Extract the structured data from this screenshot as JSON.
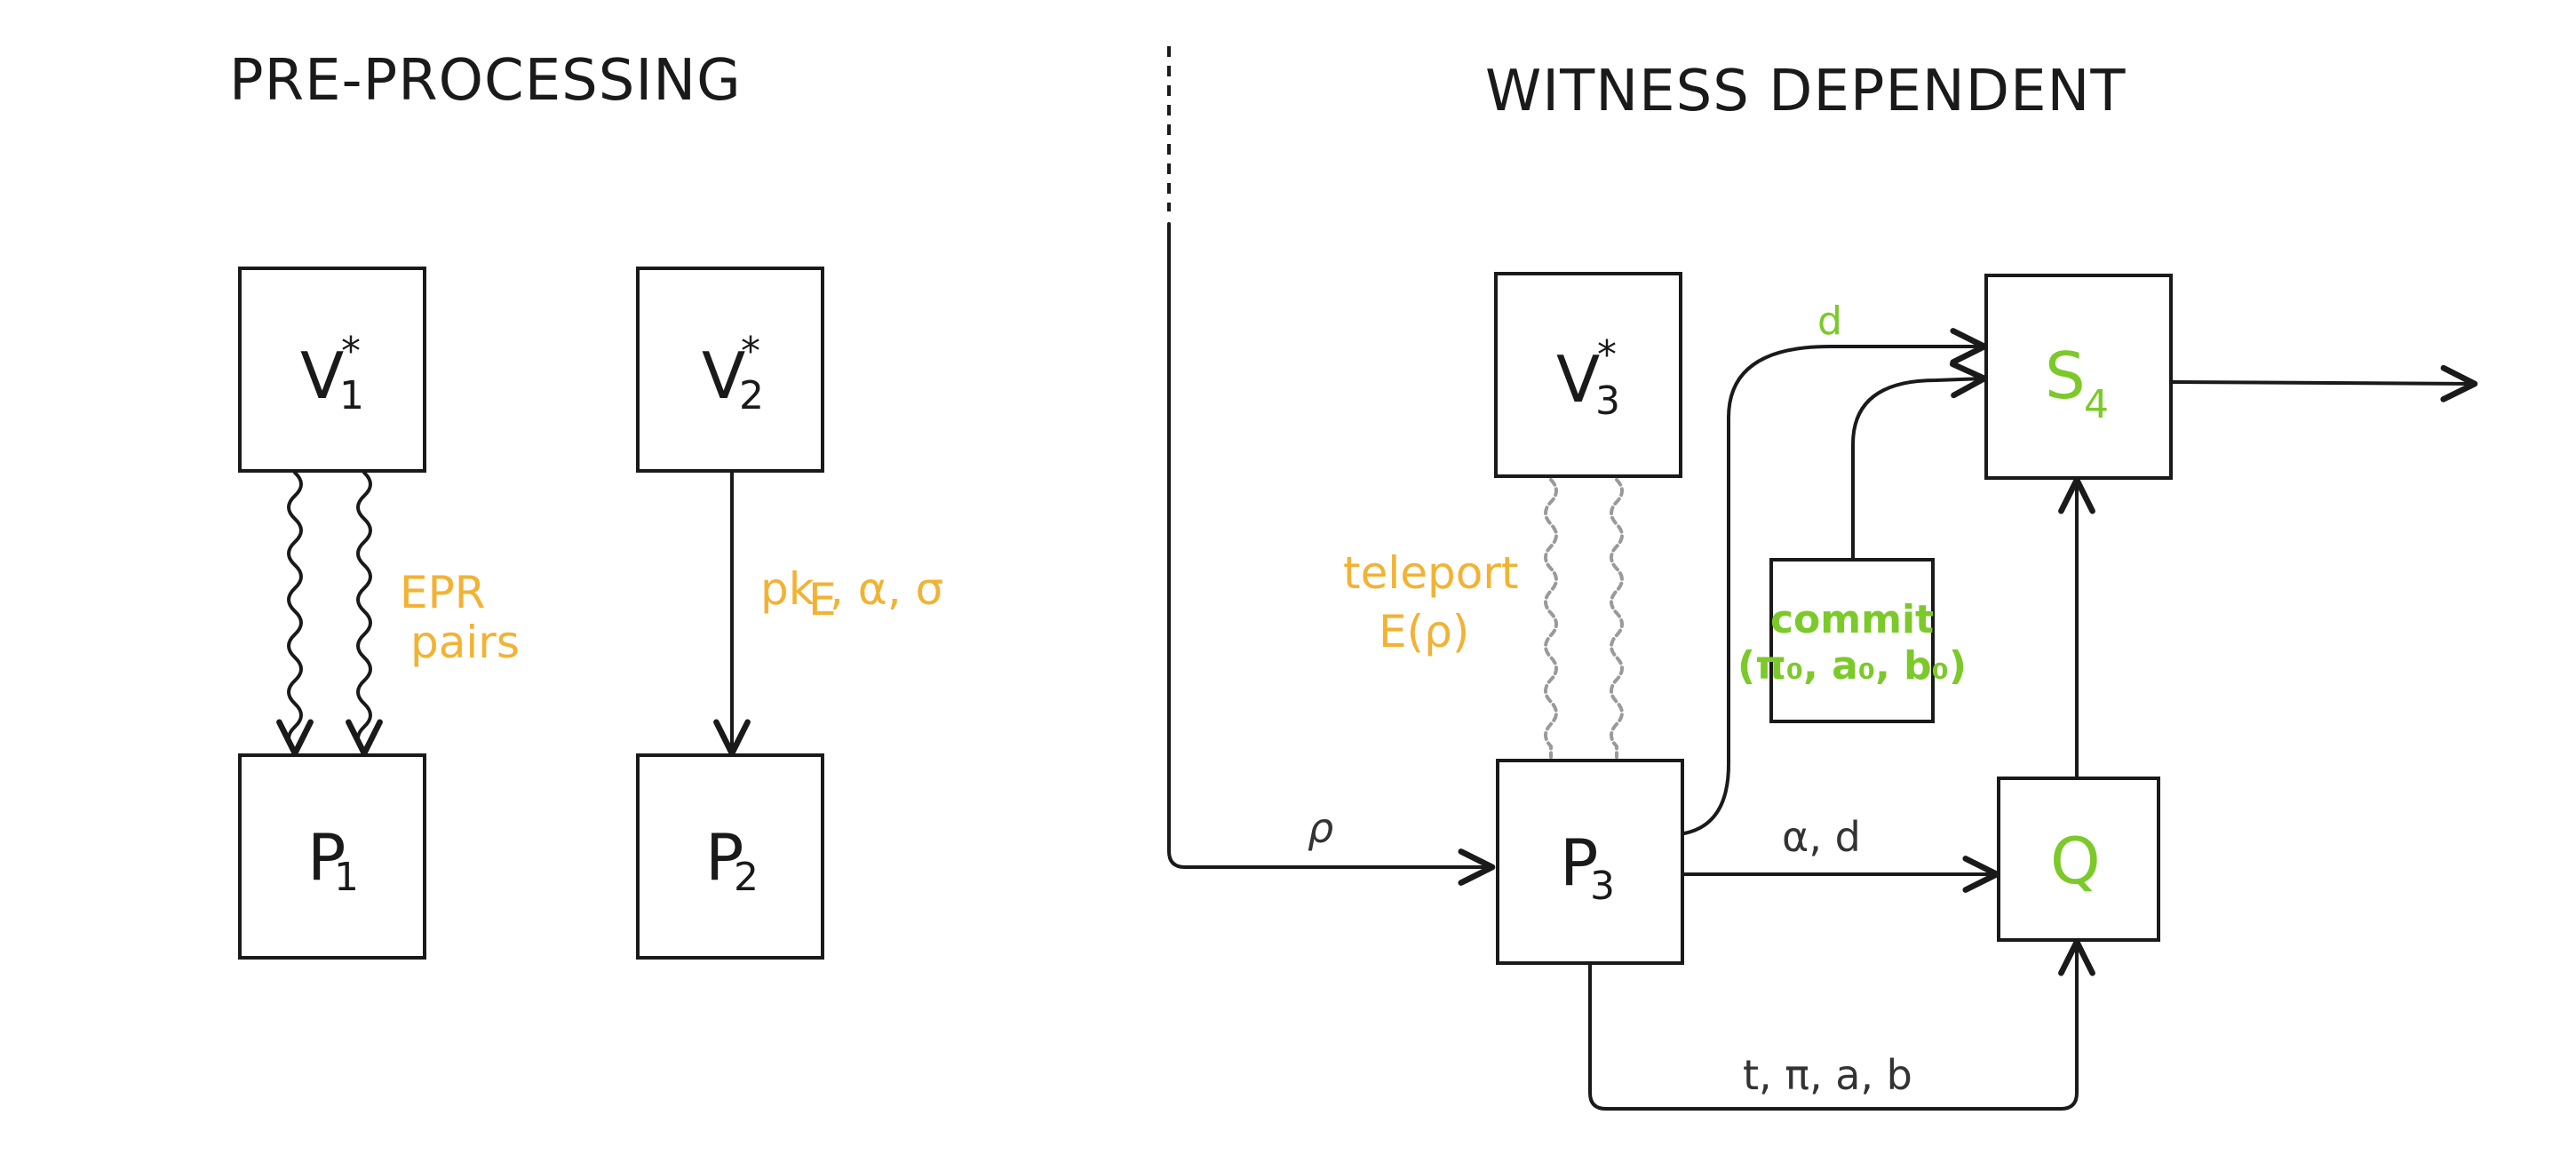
{
  "colors": {
    "ink": "#1a1a1a",
    "orange": "#f2b233",
    "green": "#7cc92a",
    "gray_wire": "#9a9a9a"
  },
  "sections": {
    "preprocessing_title": "PRE-PROCESSING",
    "witness_title": "WITNESS DEPENDENT"
  },
  "nodes": {
    "v1": {
      "base": "V",
      "sup": "*",
      "sub": "1"
    },
    "v2": {
      "base": "V",
      "sup": "*",
      "sub": "2"
    },
    "v3": {
      "base": "V",
      "sup": "*",
      "sub": "3"
    },
    "p1": {
      "base": "P",
      "sub": "1"
    },
    "p2": {
      "base": "P",
      "sub": "2"
    },
    "p3": {
      "base": "P",
      "sub": "3"
    },
    "s4": {
      "base": "S",
      "sub": "4"
    },
    "q": {
      "base": "Q"
    },
    "commit": {
      "line1": "commit",
      "line2": "(π₀, a₀, b₀)"
    }
  },
  "edge_labels": {
    "epr_line1": "EPR",
    "epr_line2": "pairs",
    "pk_alpha_sigma": "pk",
    "pk_sub": "E",
    "pk_rest": ", α, σ",
    "teleport_line1": "teleport",
    "teleport_line2": "E(ρ)",
    "rho_in": "ρ",
    "d_top": "d",
    "alpha_d": "α, d",
    "t_pi_a_b": "t, π, a, b"
  }
}
